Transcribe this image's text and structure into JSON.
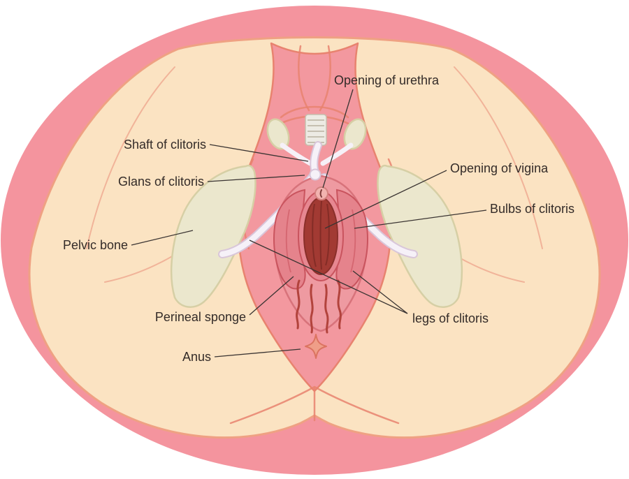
{
  "labels": [
    {
      "id": "opening-of-urethra",
      "text": "Opening of urethra"
    },
    {
      "id": "shaft-of-clitoris",
      "text": "Shaft of clitoris"
    },
    {
      "id": "glans-of-clitoris",
      "text": "Glans of clitoris"
    },
    {
      "id": "opening-of-vigina",
      "text": "Opening of vigina"
    },
    {
      "id": "bulbs-of-clitoris",
      "text": "Bulbs of clitoris"
    },
    {
      "id": "pelvic-bone",
      "text": "Pelvic bone"
    },
    {
      "id": "perineal-sponge",
      "text": "Perineal sponge"
    },
    {
      "id": "legs-of-clitoris",
      "text": "legs of clitoris"
    },
    {
      "id": "anus",
      "text": "Anus"
    }
  ],
  "palette": {
    "background": "#FFFFFF",
    "ring": "#F4949E",
    "skin": "#FBE3C2",
    "skin_outline": "#EFA183",
    "center_pink": "#F3989F",
    "fold": "#E8836F",
    "bone": "#EBE7CD",
    "bone_outline": "#D6CFA5",
    "ligament": "#EDEBE4",
    "white_tissue": "#F6F1F8",
    "white_tissue_outline": "#D9C6DA",
    "vestibule": "#EE9AA1",
    "bulb": "#E5838C",
    "bulb_outline": "#C9545E",
    "canal_ring": "#E78791",
    "canal": "#A23A33",
    "canal_dark": "#7E2A25",
    "urethra_mound": "#F2B3B0",
    "vessel": "#B2433C",
    "anus": "#EF9E88",
    "label_color": "#332B28",
    "leader_color": "#3A3432"
  }
}
